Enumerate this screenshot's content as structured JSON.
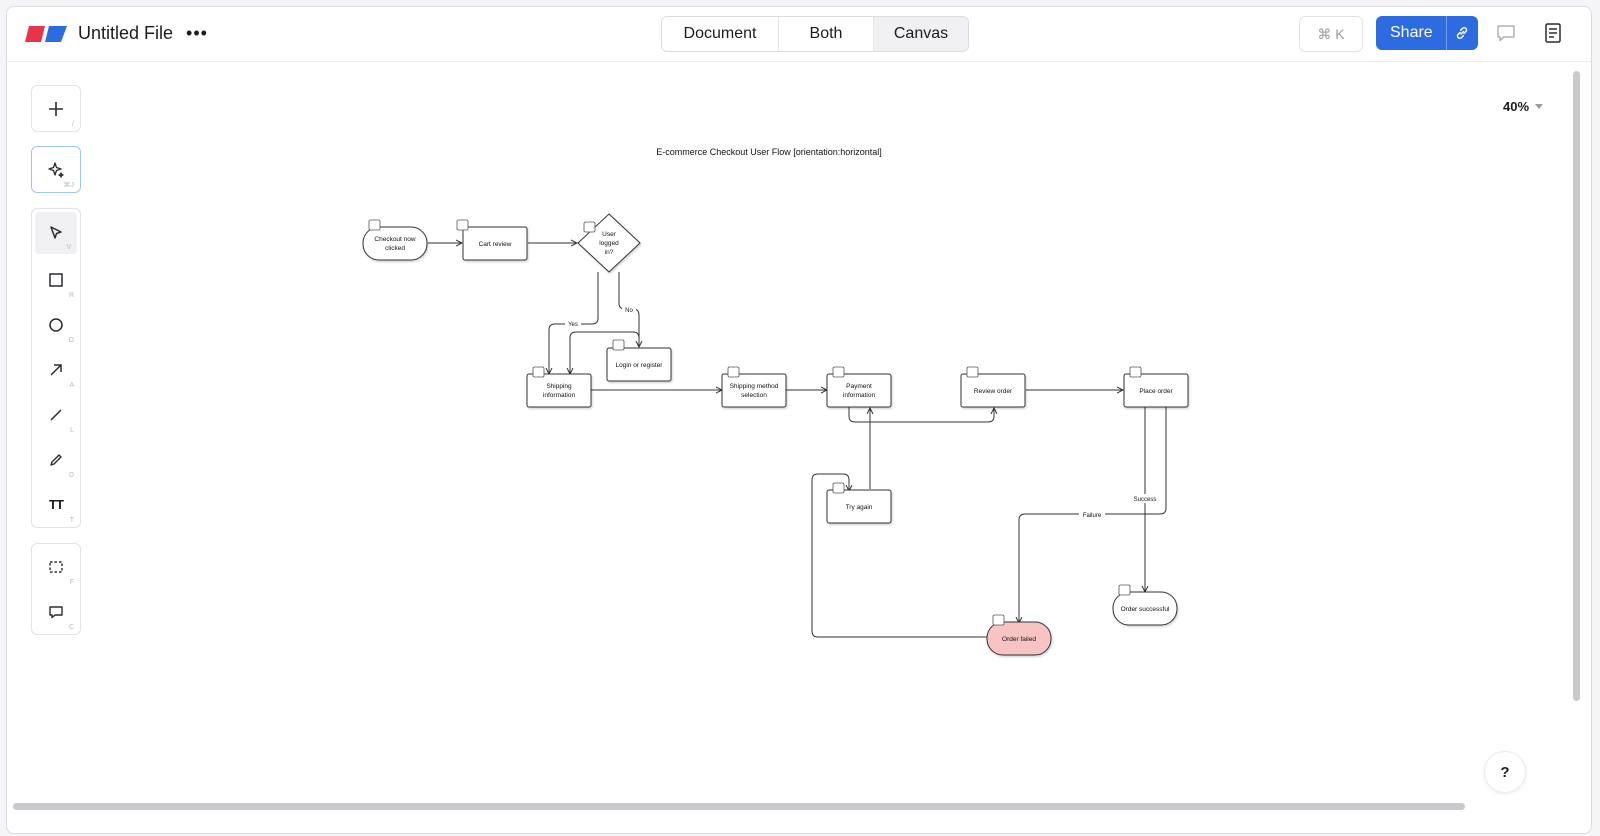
{
  "header": {
    "file_title": "Untitled File",
    "more_label": "•••",
    "view_modes": [
      "Document",
      "Both",
      "Canvas"
    ],
    "active_view": "Canvas",
    "command_shortcut": "⌘ K",
    "share_label": "Share"
  },
  "toolbar": {
    "add_key": "/",
    "ai_key": "⌘J",
    "select_key": "V",
    "rectangle_key": "R",
    "ellipse_key": "O",
    "arrow_key": "A",
    "line_key": "L",
    "pencil_key": "D",
    "text_key": "T",
    "text_icon_label": "TT",
    "frame_key": "F",
    "comment_key": "C"
  },
  "zoom": {
    "level": "40%"
  },
  "help": {
    "label": "?"
  },
  "diagram": {
    "title": "E-commerce Checkout User Flow [orientation:horizontal]",
    "nodes": {
      "checkout": [
        "Checkout now",
        "clicked"
      ],
      "cart": "Cart review",
      "logged_in": [
        "User",
        "logged",
        "in?"
      ],
      "login": "Login or register",
      "shipping": [
        "Shipping",
        "information"
      ],
      "shipping_method": [
        "Shipping method",
        "selection"
      ],
      "payment": [
        "Payment",
        "information"
      ],
      "review": "Review order",
      "place": "Place order",
      "try_again": "Try again",
      "success": "Order successful",
      "failed": "Order failed"
    },
    "edge_labels": {
      "yes": "Yes",
      "no": "No",
      "success": "Success",
      "failure": "Failure"
    },
    "colors": {
      "failed_fill": "#f7c3c3",
      "accent": "#2c6be0"
    }
  }
}
